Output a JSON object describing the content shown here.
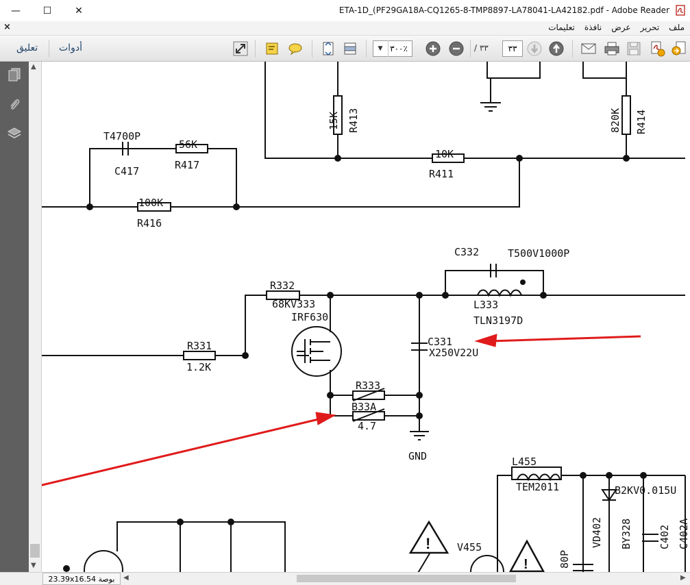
{
  "window": {
    "title": "ETA-1D_(PF29GA18A-CQ1265-8-TMP8897-LA78041-LA42182.pdf - Adobe Reader",
    "min_glyph": "—",
    "max_glyph": "☐",
    "close_glyph": "✕"
  },
  "menu": {
    "close_glyph": "×",
    "items": [
      "ملف",
      "تحرير",
      "عرض",
      "نافذة",
      "تعليمات"
    ]
  },
  "toolbar": {
    "comment_label": "تعليق",
    "tools_label": "أدوات",
    "zoom_value": "٣٠٠٪",
    "page_current": "٣٣",
    "page_total": "/ ٣٣"
  },
  "status": {
    "page_size": "23.39x16.54 بوصة"
  },
  "schematic": {
    "labels": {
      "c417_val": "T4700P",
      "c417": "C417",
      "r417_val": "56K",
      "r417": "R417",
      "r416_val": "100K",
      "r416": "R416",
      "r413_val": "15K",
      "r413": "R413",
      "r411_val": "10K",
      "r411": "R411",
      "r414_val": "820K",
      "r414": "R414",
      "c332": "C332",
      "c332_val": "T500V1000P",
      "l333": "L333",
      "l333_val": "TLN3197D",
      "r332": "R332",
      "r332_val": "68KV333",
      "irf": "IRF630",
      "r331": "R331",
      "r331_val": "1.2K",
      "c331": "C331",
      "c331_val": "X250V22U",
      "r333": "R333",
      "r333_val": "B33A",
      "r333b_val": "4.7",
      "gnd": "GND",
      "l455": "L455",
      "l455_val": "TEM2011",
      "b2": "B2KV0.015U",
      "v455": "V455",
      "vd402": "VD402",
      "by": "BY328",
      "c402": "C402",
      "c402a": "C402A",
      "p80": "80P"
    }
  }
}
